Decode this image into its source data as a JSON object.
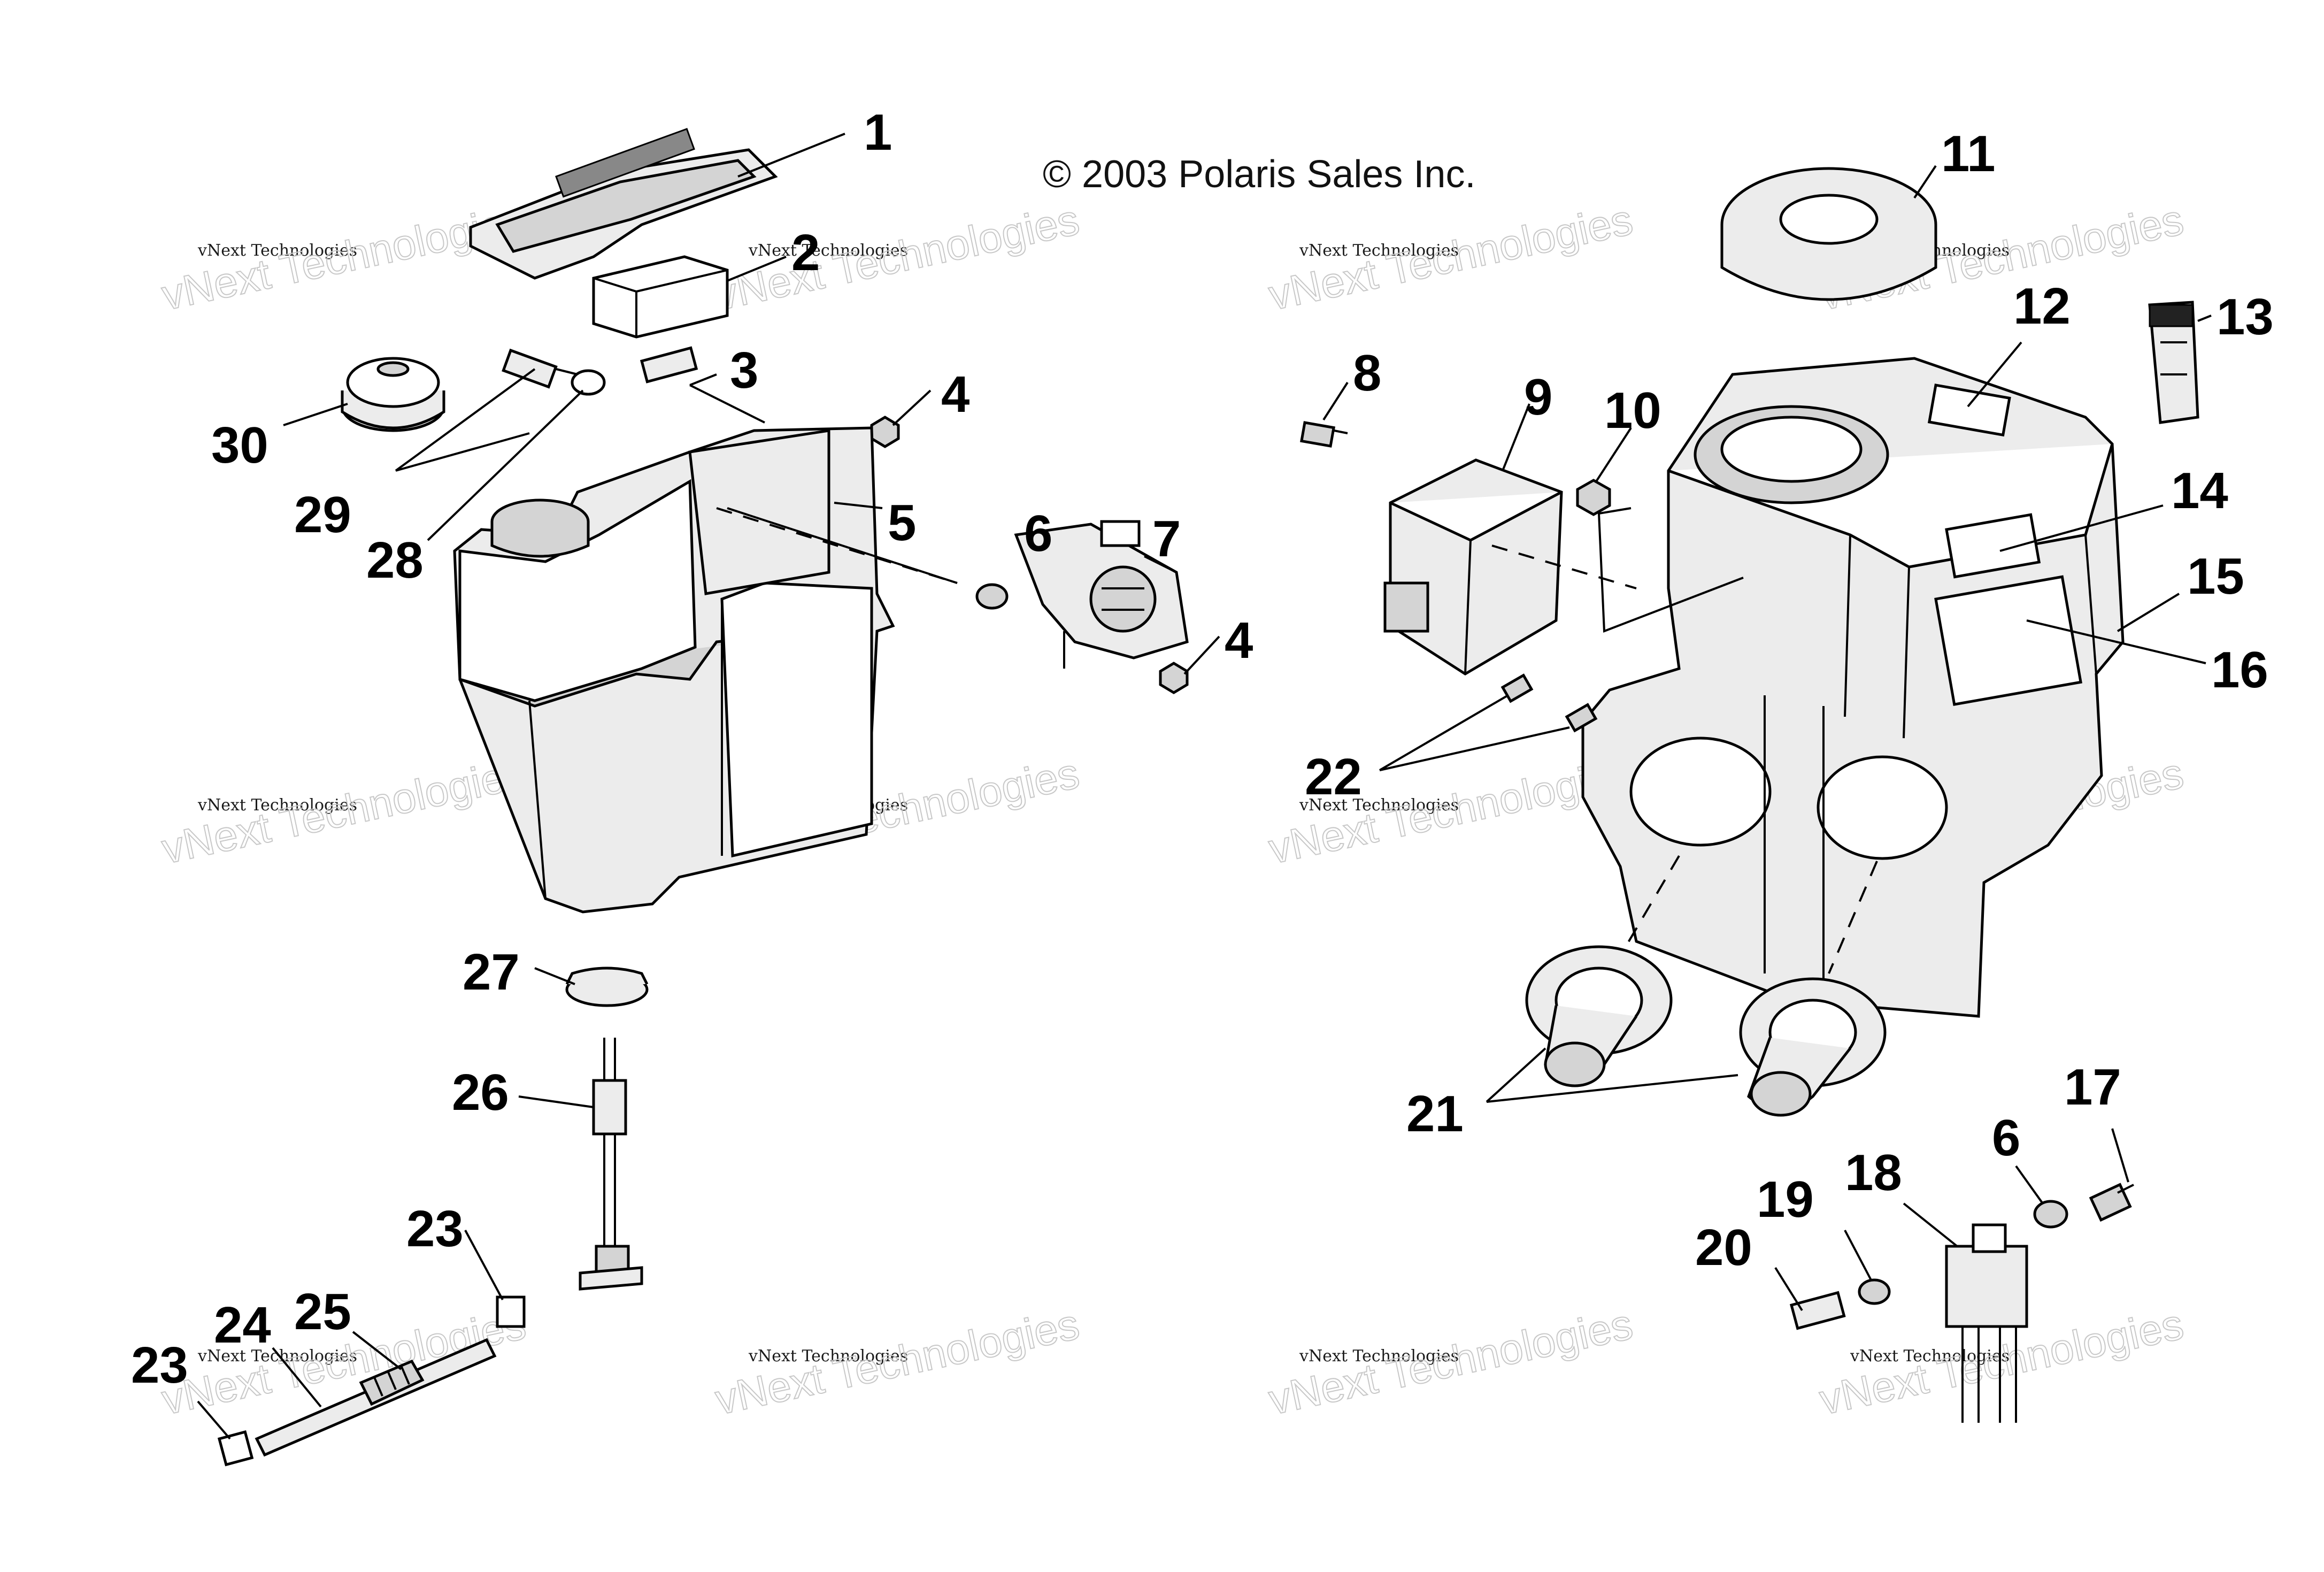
{
  "copyright": "© 2003 Polaris Sales Inc.",
  "watermark": {
    "small_text": "vNext Technologies",
    "large_text": "vNext Technologies"
  },
  "callouts": [
    "1",
    "2",
    "3",
    "4",
    "5",
    "6",
    "7",
    "4",
    "30",
    "29",
    "28",
    "27",
    "26",
    "23",
    "25",
    "24",
    "23",
    "8",
    "9",
    "10",
    "11",
    "12",
    "13",
    "14",
    "15",
    "16",
    "22",
    "21",
    "17",
    "6",
    "18",
    "19",
    "20"
  ]
}
